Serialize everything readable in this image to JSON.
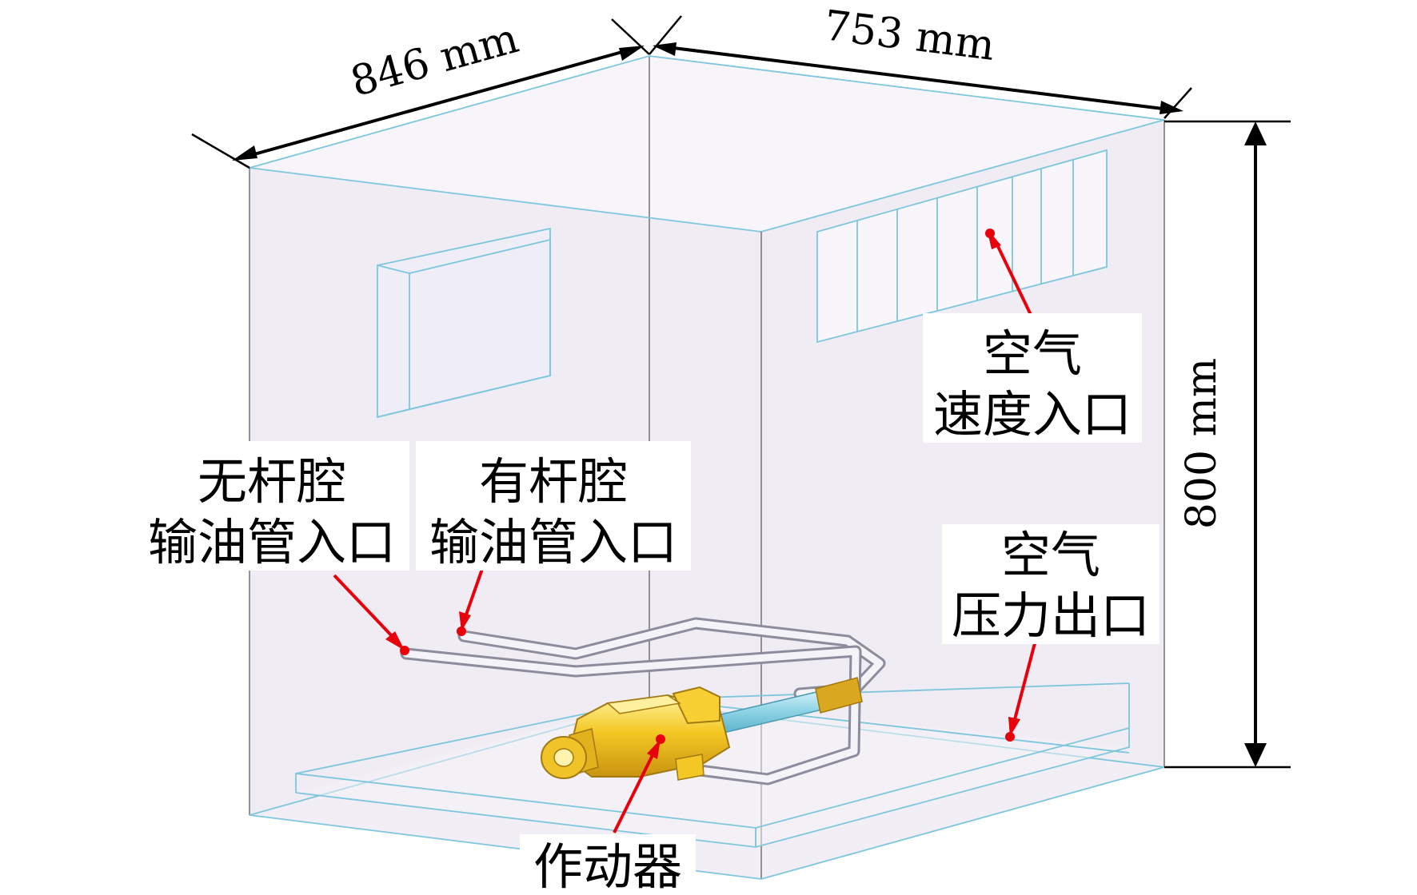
{
  "dimensions": {
    "depth": "846 mm",
    "width": "753 mm",
    "height": "800 mm"
  },
  "labels": {
    "air_velocity_inlet": [
      "空气",
      "速度入口"
    ],
    "rodless_inlet": [
      "无杆腔",
      "输油管入口"
    ],
    "rod_inlet": [
      "有杆腔",
      "输油管入口"
    ],
    "air_pressure_outlet": [
      "空气",
      "压力出口"
    ],
    "actuator": "作动器"
  },
  "colors": {
    "leader": "#e8000b",
    "edge": "#7ec6dc",
    "actuator": "#f2c21a",
    "rod": "#8fd4e6"
  }
}
